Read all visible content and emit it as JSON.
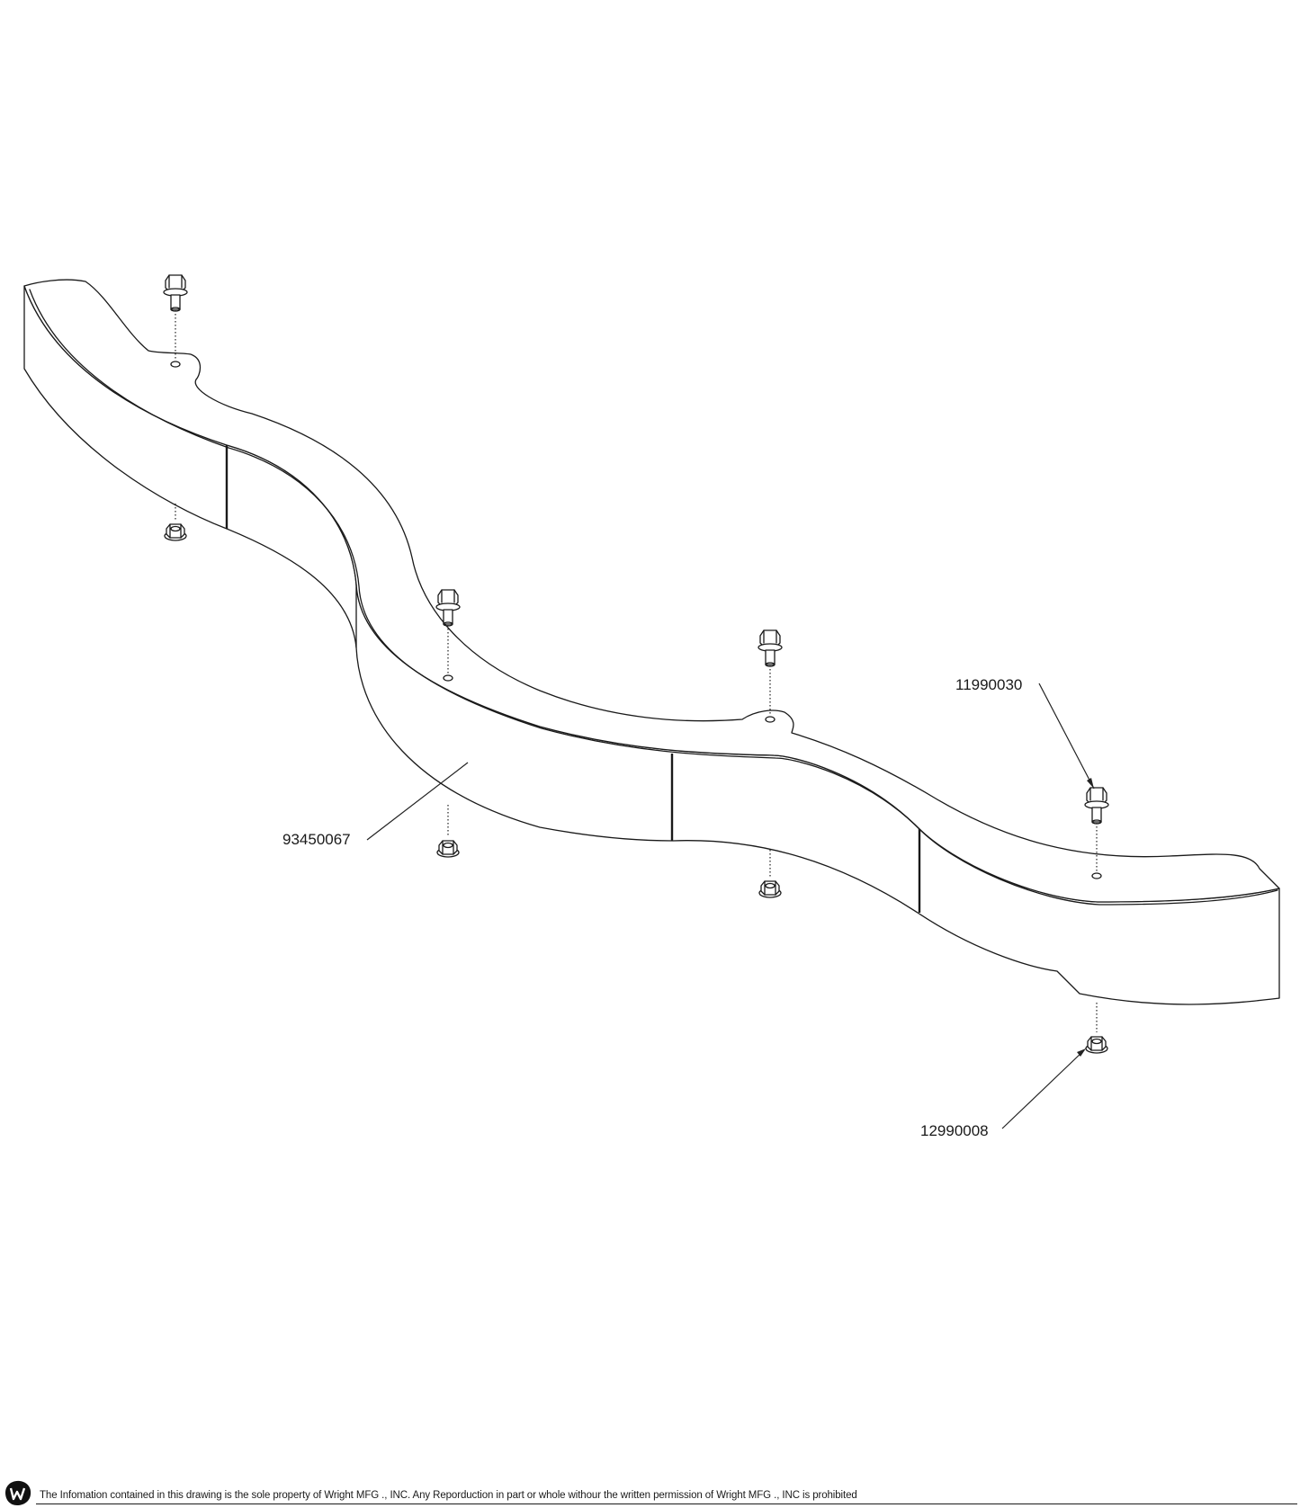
{
  "callouts": {
    "weight": "93450067",
    "bolt": "11990030",
    "nut": "12990008"
  },
  "footer": {
    "notice": "The Infomation contained in this drawing is the sole property of Wright MFG ., INC. Any Reporduction in part or whole withour the written permission of Wright MFG ., INC is prohibited"
  },
  "icons": {
    "logo": "wright-w-logo-icon",
    "bolt": "flange-bolt-icon",
    "nut": "flange-nut-icon"
  }
}
